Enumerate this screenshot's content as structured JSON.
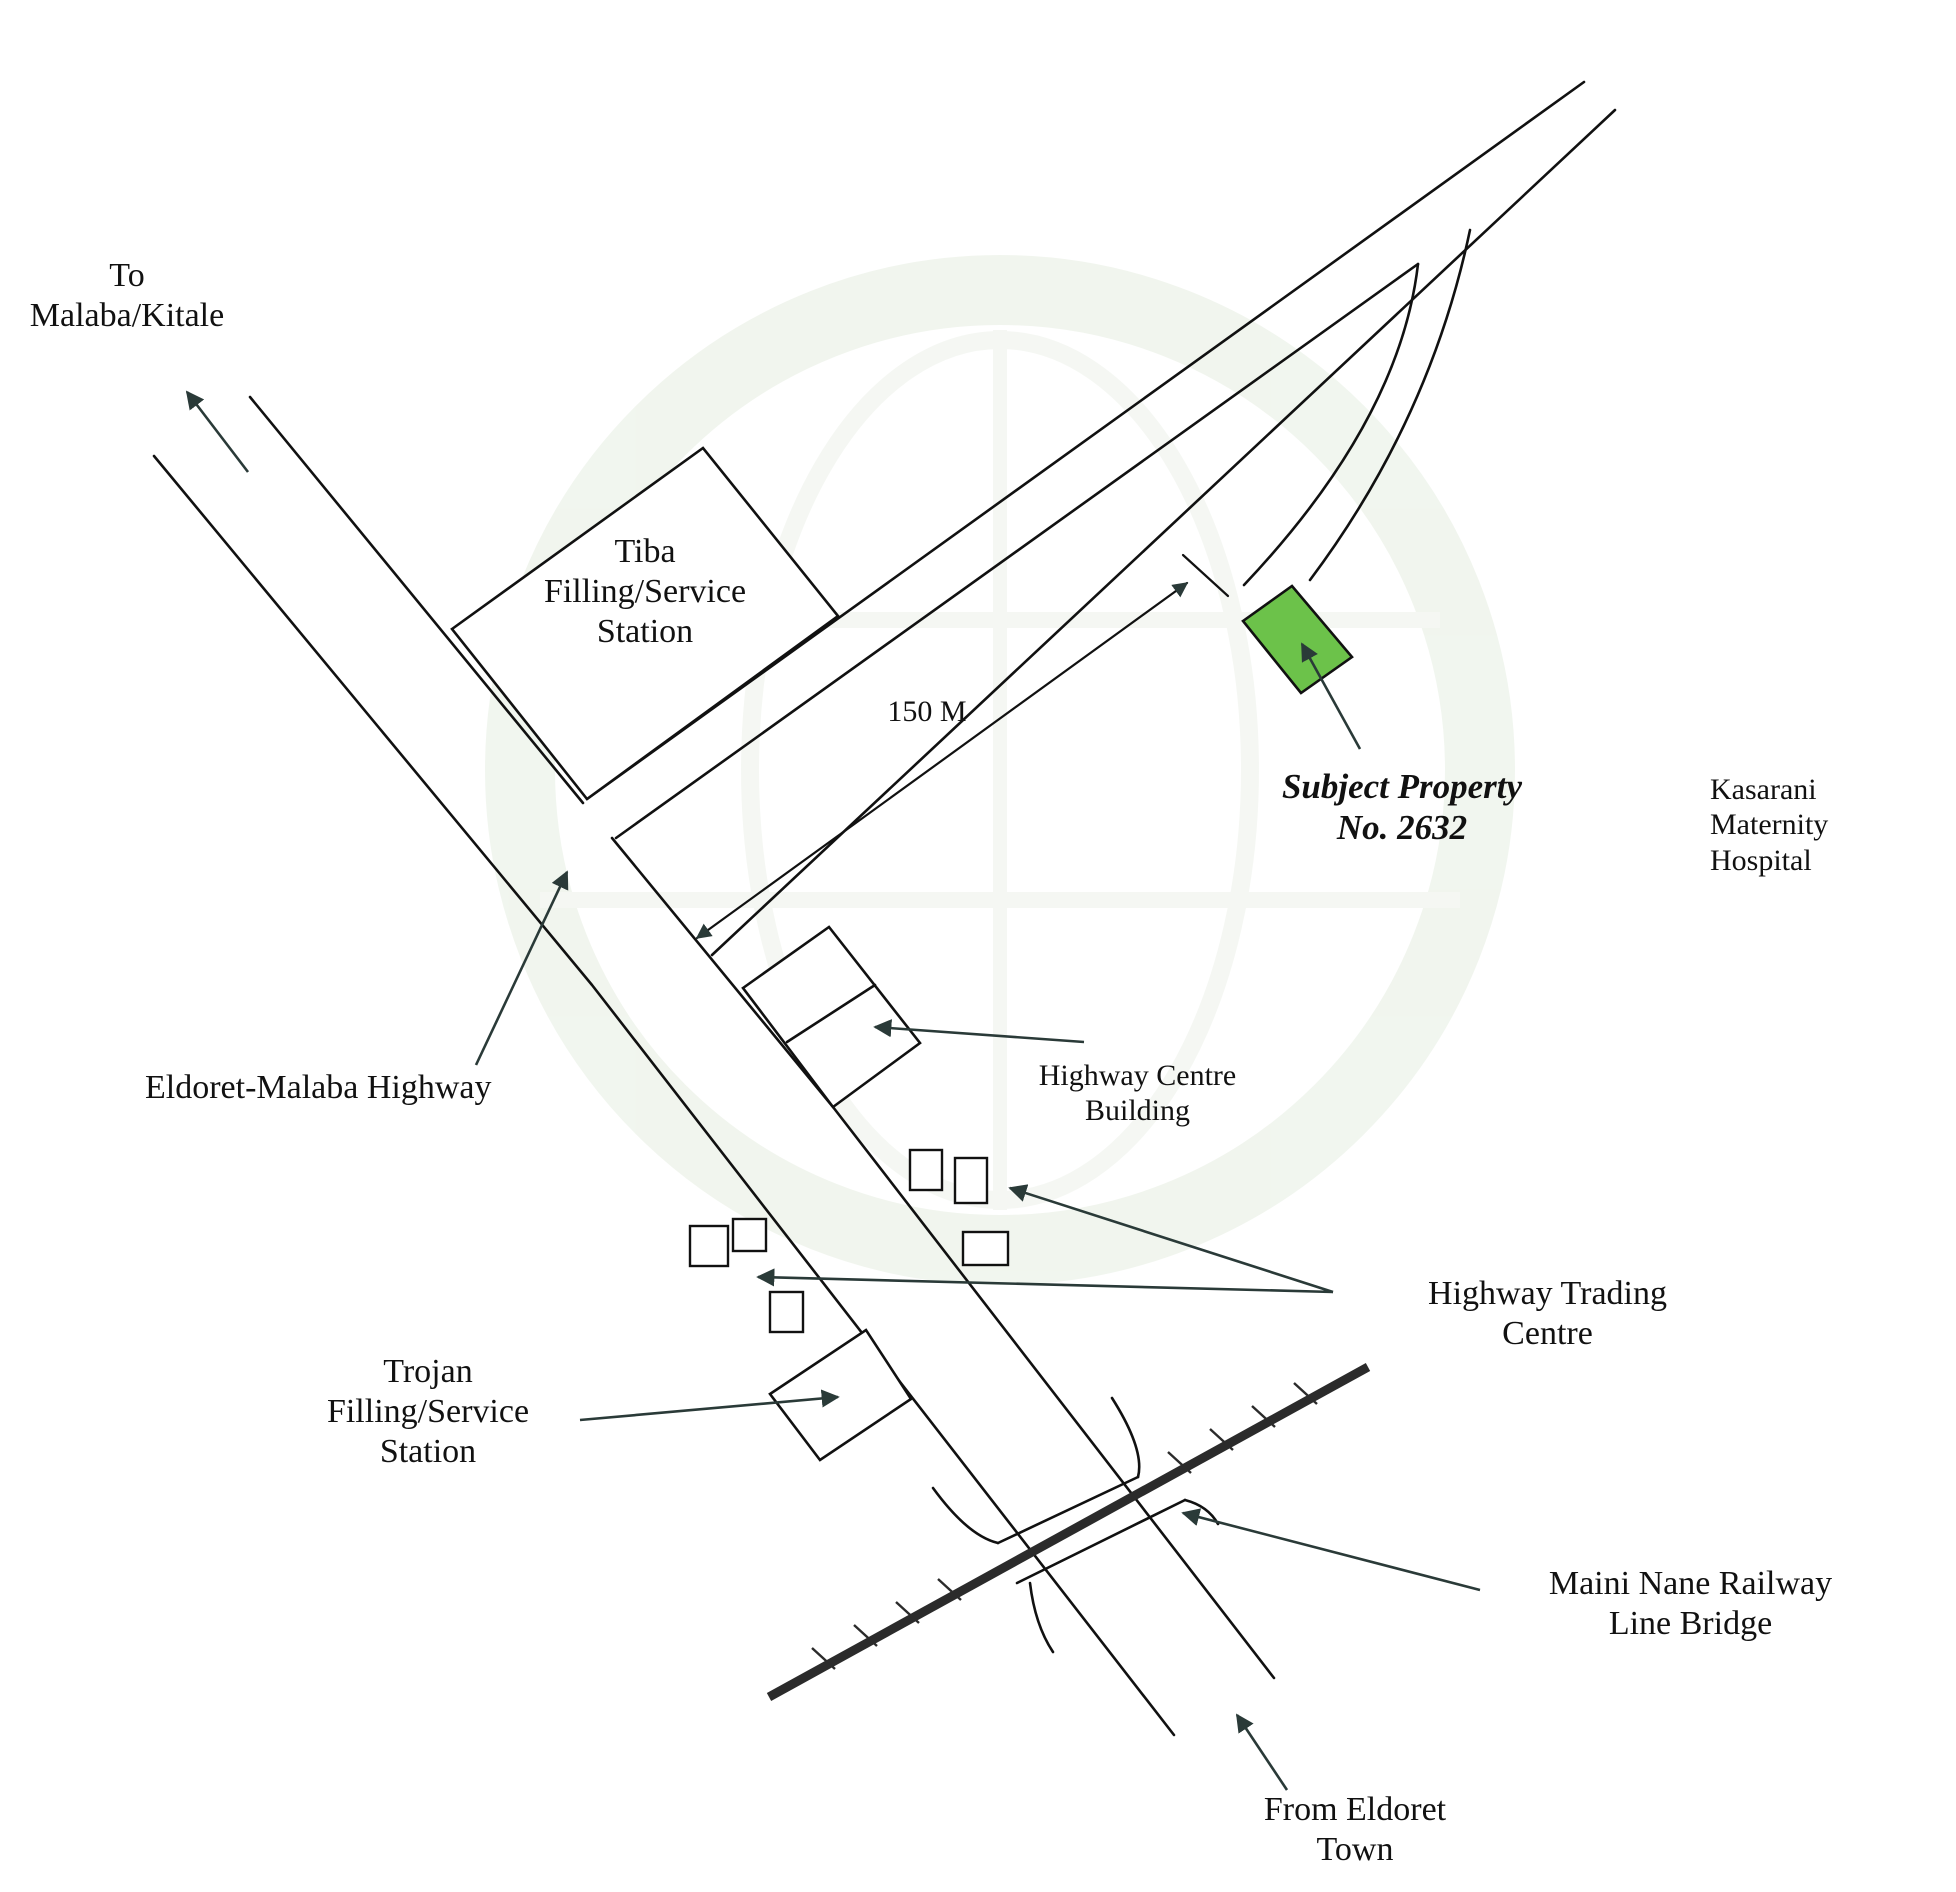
{
  "labels": {
    "to_destination": "To\nMalaba/Kitale",
    "tiba_station": "Tiba\nFilling/Service\nStation",
    "distance": "150 M",
    "subject_property": "Subject Property\nNo. 2632",
    "hospital": "Kasarani\nMaternity\nHospital",
    "highway": "Eldoret-Malaba Highway",
    "highway_centre": "Highway Centre\nBuilding",
    "trading_centre": "Highway Trading\nCentre",
    "trojan_station": "Trojan\nFilling/Service\nStation",
    "railway_bridge": "Maini Nane Railway\nLine Bridge",
    "from_town": "From Eldoret\nTown"
  },
  "colors": {
    "line": "#111111",
    "subject_property_fill": "#6cc24a",
    "railway": "#2b2b2b",
    "arrow": "#2a3a38",
    "watermark": "#e6eee1"
  },
  "icons": {
    "arrowhead": "triangle-arrow-icon",
    "railway_ties": "railway-tie-icon"
  }
}
